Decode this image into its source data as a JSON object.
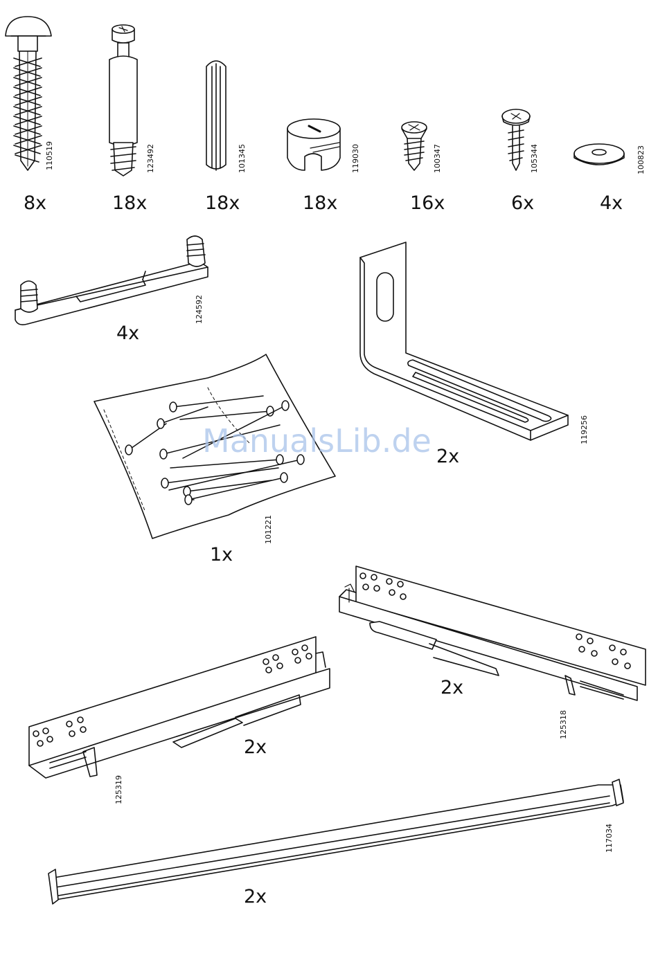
{
  "watermark": "ManualsLib.de",
  "parts": [
    {
      "id": "cam-bolt-long",
      "number": "110519",
      "quantity": "8x"
    },
    {
      "id": "cam-bolt",
      "number": "123492",
      "quantity": "18x"
    },
    {
      "id": "dowel",
      "number": "101345",
      "quantity": "18x"
    },
    {
      "id": "cam-lock",
      "number": "119030",
      "quantity": "18x"
    },
    {
      "id": "screw-flat",
      "number": "100347",
      "quantity": "16x"
    },
    {
      "id": "screw-pan",
      "number": "105344",
      "quantity": "6x"
    },
    {
      "id": "washer",
      "number": "100823",
      "quantity": "4x"
    },
    {
      "id": "rod-with-pegs",
      "number": "124592",
      "quantity": "4x"
    },
    {
      "id": "angle-bracket",
      "number": "119256",
      "quantity": "2x"
    },
    {
      "id": "nail-bag",
      "number": "101221",
      "quantity": "1x"
    },
    {
      "id": "drawer-runner-right",
      "number": "125318",
      "quantity": "2x"
    },
    {
      "id": "drawer-runner-left",
      "number": "125319",
      "quantity": "2x"
    },
    {
      "id": "connecting-rail",
      "number": "117034",
      "quantity": "2x"
    }
  ]
}
